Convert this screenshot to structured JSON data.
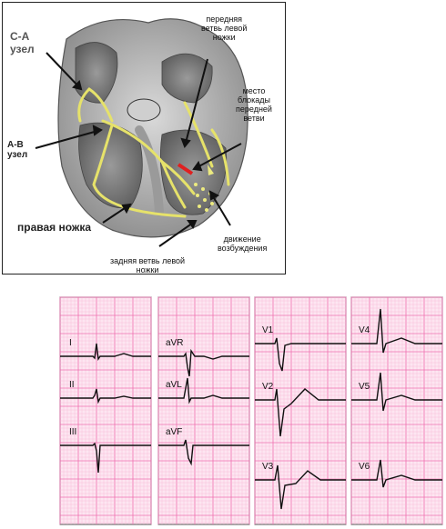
{
  "heart_labels": {
    "sa_node": "С-А\nузел",
    "av_node": "А-В\nузел",
    "right_bundle": "правая ножка",
    "anterior_branch": "передняя\nветвь левой\nножки",
    "block_site": "место\nблокады\nпередней\nветви",
    "excitation": "движение\nвозбуждения",
    "posterior_branch": "задняя ветвь левой\nножки"
  },
  "ecg_leads": [
    "I",
    "II",
    "III",
    "aVR",
    "aVL",
    "aVF",
    "V1",
    "V2",
    "V3",
    "V4",
    "V5",
    "V6"
  ],
  "colors": {
    "grid_minor": "#f7b6d6",
    "grid_major": "#ef6fb0",
    "grid_bg": "#fde6f1",
    "trace": "#111111",
    "conduction": "#e6e26a",
    "block_mark": "#e02020"
  }
}
